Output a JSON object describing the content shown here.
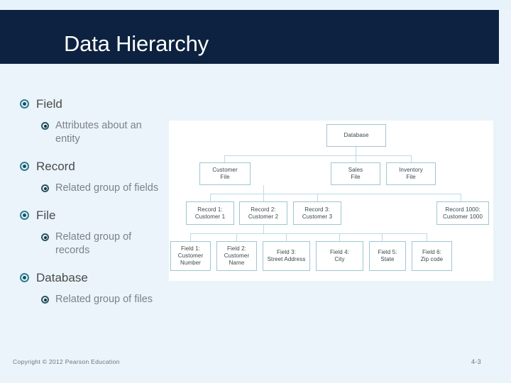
{
  "slide": {
    "title": "Data Hierarchy",
    "page_number": "4-3",
    "copyright": "Copyright © 2012 Pearson Education",
    "colors": {
      "background": "#eaf4fa",
      "title_bar": "#0d2240",
      "title_text": "#ffffff",
      "bullet_ring": "#2f7e93",
      "level1_text": "#4a4a4a",
      "level2_text": "#7b8287",
      "diagram_panel": "#ffffff",
      "node_border": "#9fc6cf",
      "connector": "#bcdbe2",
      "footer_text": "#6d7479"
    }
  },
  "bullets": [
    {
      "level": 1,
      "text": "Field"
    },
    {
      "level": 2,
      "text": "Attributes about an entity"
    },
    {
      "level": 1,
      "text": "Record"
    },
    {
      "level": 2,
      "text": "Related group of fields"
    },
    {
      "level": 1,
      "text": "File"
    },
    {
      "level": 2,
      "text": "Related group of records"
    },
    {
      "level": 1,
      "text": "Database"
    },
    {
      "level": 2,
      "text": "Related group of files"
    }
  ],
  "diagram": {
    "rows": {
      "database": [
        {
          "line1": "Database",
          "line2": ""
        }
      ],
      "files": [
        {
          "line1": "Customer",
          "line2": "File"
        },
        {
          "line1": "Sales",
          "line2": "File"
        },
        {
          "line1": "Inventory",
          "line2": "File"
        }
      ],
      "records": [
        {
          "line1": "Record 1:",
          "line2": "Customer 1"
        },
        {
          "line1": "Record 2:",
          "line2": "Customer 2"
        },
        {
          "line1": "Record 3:",
          "line2": "Customer 3"
        },
        {
          "line1": "Record 1000:",
          "line2": "Customer 1000"
        }
      ],
      "fields": [
        {
          "line1": "Field 1:",
          "line2": "Customer",
          "line3": "Number"
        },
        {
          "line1": "Field 2:",
          "line2": "Customer",
          "line3": "Name"
        },
        {
          "line1": "Field 3:",
          "line2": "Street Address",
          "line3": ""
        },
        {
          "line1": "Field 4:",
          "line2": "City",
          "line3": ""
        },
        {
          "line1": "Field 5:",
          "line2": "State",
          "line3": ""
        },
        {
          "line1": "Field 6:",
          "line2": "Zip code",
          "line3": ""
        }
      ]
    }
  }
}
